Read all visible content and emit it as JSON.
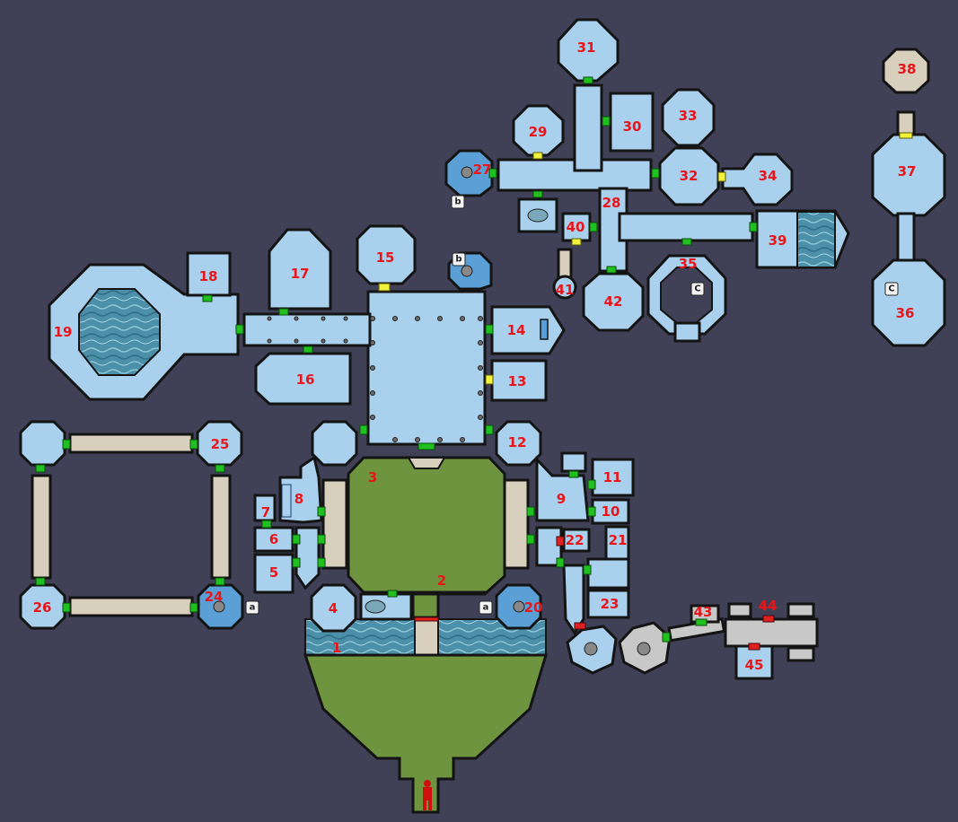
{
  "map": {
    "room_labels": [
      "1",
      "2",
      "3",
      "4",
      "5",
      "6",
      "7",
      "8",
      "9",
      "10",
      "11",
      "12",
      "13",
      "14",
      "15",
      "16",
      "17",
      "18",
      "19",
      "20",
      "21",
      "22",
      "23",
      "24",
      "25",
      "26",
      "27",
      "28",
      "29",
      "30",
      "31",
      "32",
      "33",
      "34",
      "35",
      "36",
      "37",
      "38",
      "39",
      "40",
      "41",
      "42",
      "43",
      "44",
      "45"
    ],
    "markers": [
      "a",
      "a",
      "b",
      "b",
      "C",
      "C"
    ]
  }
}
